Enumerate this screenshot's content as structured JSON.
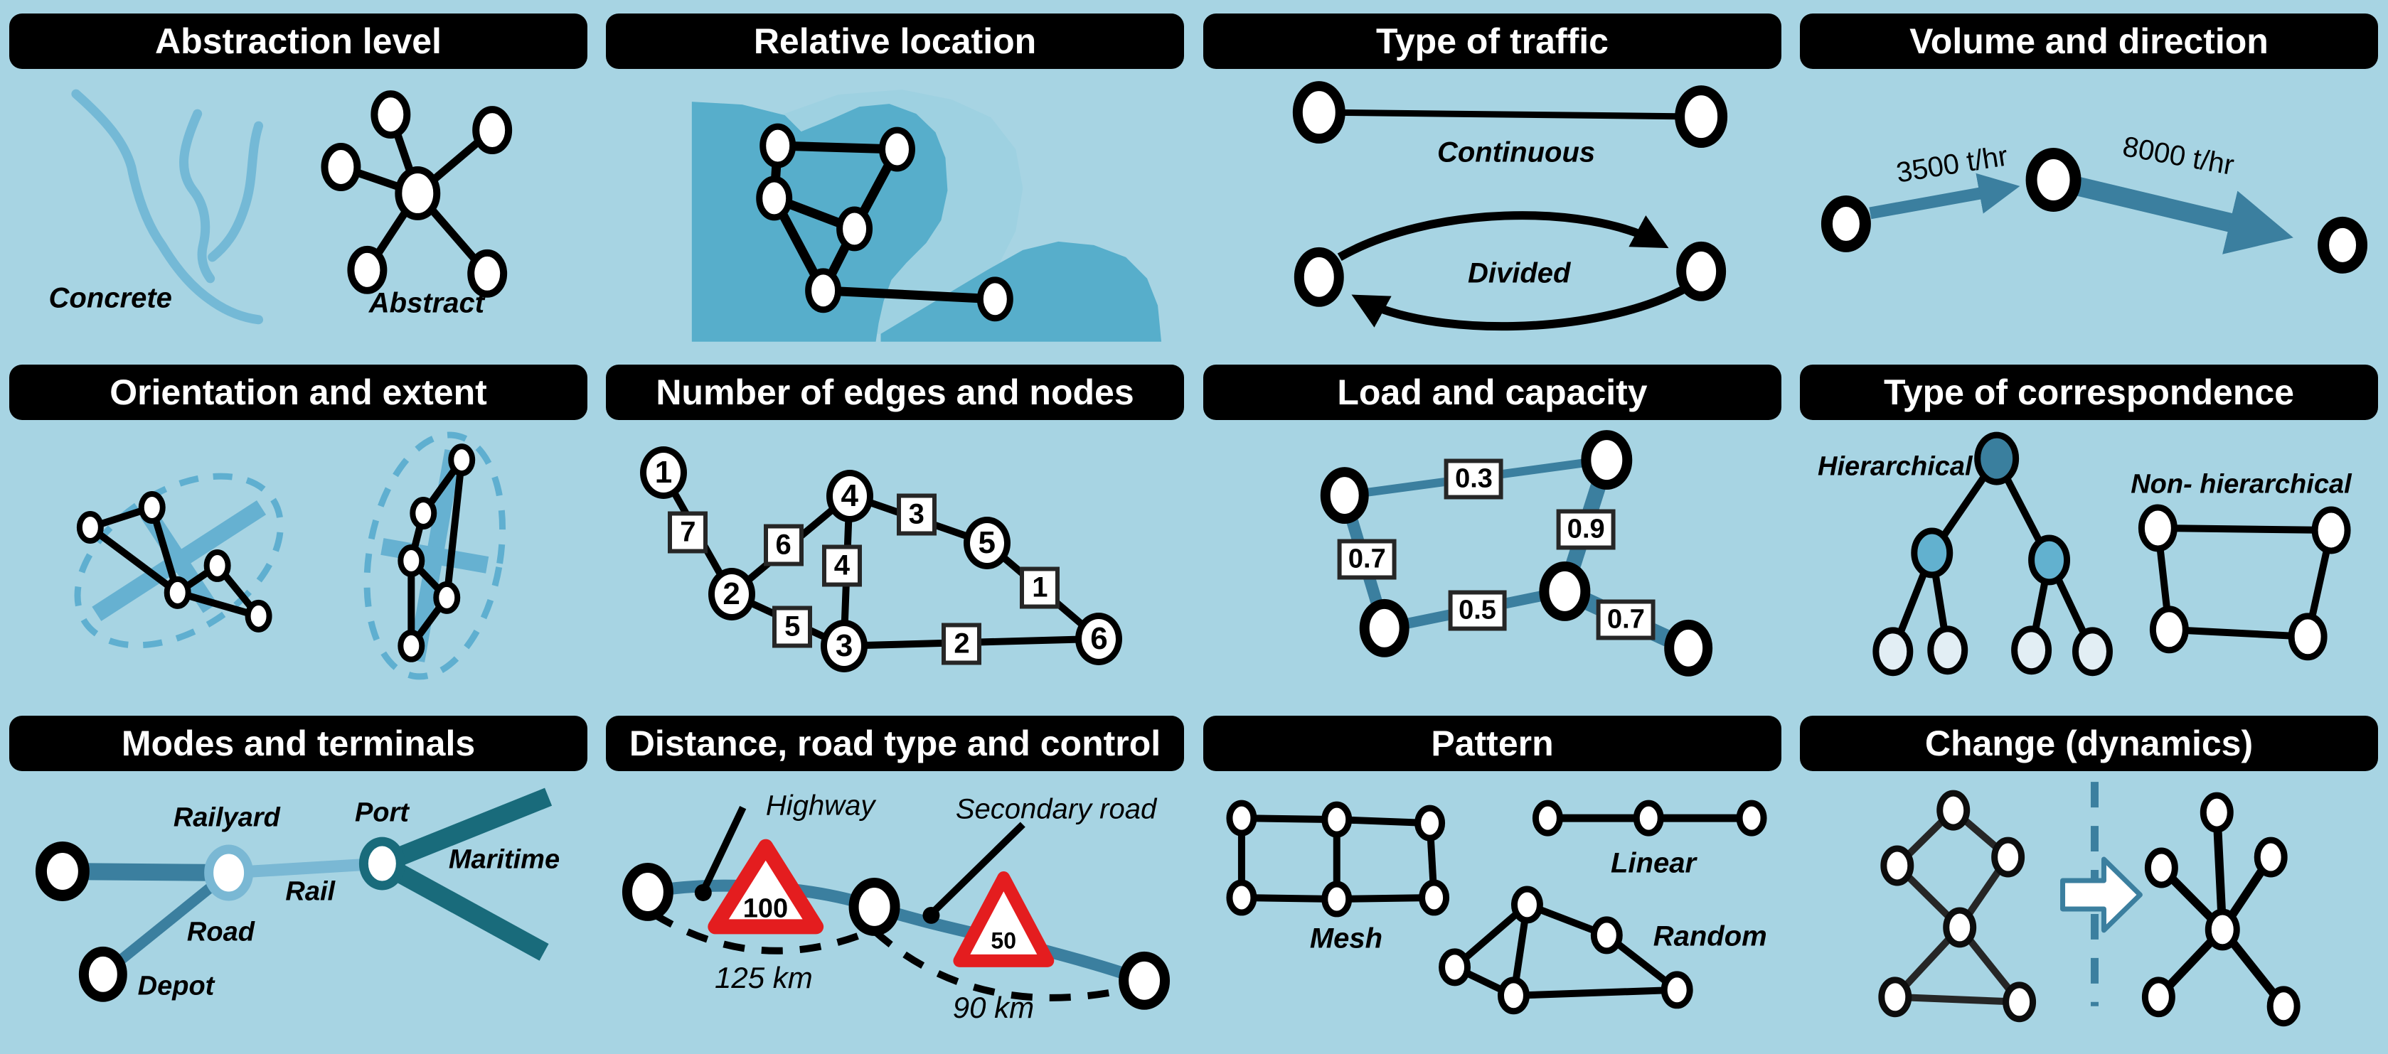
{
  "colors": {
    "background": "#a7d4e3",
    "title_bar": "#000000",
    "title_text": "#ffffff",
    "node_fill": "#ffffff",
    "node_ring": "#000000",
    "teal_edge": "#3b7f9f",
    "light_blue_edge": "#7ab8d4",
    "dark_teal_edge": "#196b7b",
    "river_blue": "#74b9d6",
    "landmass_blue": "#57aecb",
    "landmass_light": "#9ed1e1",
    "ellipse_dash": "#5fafd0",
    "warning_red": "#e41d1f",
    "tree_root": "#3a7f9e",
    "tree_child": "#62b1cf",
    "tree_leaf": "#e2eef4"
  },
  "panels": [
    {
      "title": "Abstraction level",
      "labels": {
        "left": "Concrete",
        "right": "Abstract"
      }
    },
    {
      "title": "Relative location"
    },
    {
      "title": "Type of traffic",
      "labels": {
        "top": "Continuous",
        "bottom": "Divided"
      }
    },
    {
      "title": "Volume and direction",
      "flows": [
        {
          "value": "3500 t/hr"
        },
        {
          "value": "8000 t/hr"
        }
      ]
    },
    {
      "title": "Orientation and extent"
    },
    {
      "title": "Number of edges and nodes",
      "node_labels": [
        "1",
        "2",
        "3",
        "4",
        "5",
        "6"
      ],
      "edge_labels": [
        {
          "between": "1-2",
          "value": "7"
        },
        {
          "between": "2-4",
          "value": "6"
        },
        {
          "between": "2-3",
          "value": "5"
        },
        {
          "between": "3-4",
          "value": "4"
        },
        {
          "between": "4-5",
          "value": "3"
        },
        {
          "between": "5-6",
          "value": "1"
        },
        {
          "between": "3-6",
          "value": "2"
        }
      ]
    },
    {
      "title": "Load and capacity",
      "edge_labels": [
        {
          "position": "top",
          "value": "0.3"
        },
        {
          "position": "left",
          "value": "0.7"
        },
        {
          "position": "right",
          "value": "0.9"
        },
        {
          "position": "bottom",
          "value": "0.5"
        },
        {
          "position": "bottom-right",
          "value": "0.7"
        }
      ]
    },
    {
      "title": "Type of correspondence",
      "labels": {
        "left": "Hierarchical",
        "right": "Non- hierarchical"
      }
    },
    {
      "title": "Modes and terminals",
      "labels": {
        "railyard": "Railyard",
        "port": "Port",
        "rail": "Rail",
        "road": "Road",
        "depot": "Depot",
        "maritime": "Maritime"
      }
    },
    {
      "title": "Distance, road type and control",
      "labels": {
        "highway": "Highway",
        "secondary": "Secondary road",
        "speed_highway": "100",
        "speed_secondary": "50",
        "distance_highway": "125 km",
        "distance_secondary": "90 km"
      }
    },
    {
      "title": "Pattern",
      "labels": {
        "mesh": "Mesh",
        "linear": "Linear",
        "random": "Random"
      }
    },
    {
      "title": "Change (dynamics)"
    }
  ]
}
